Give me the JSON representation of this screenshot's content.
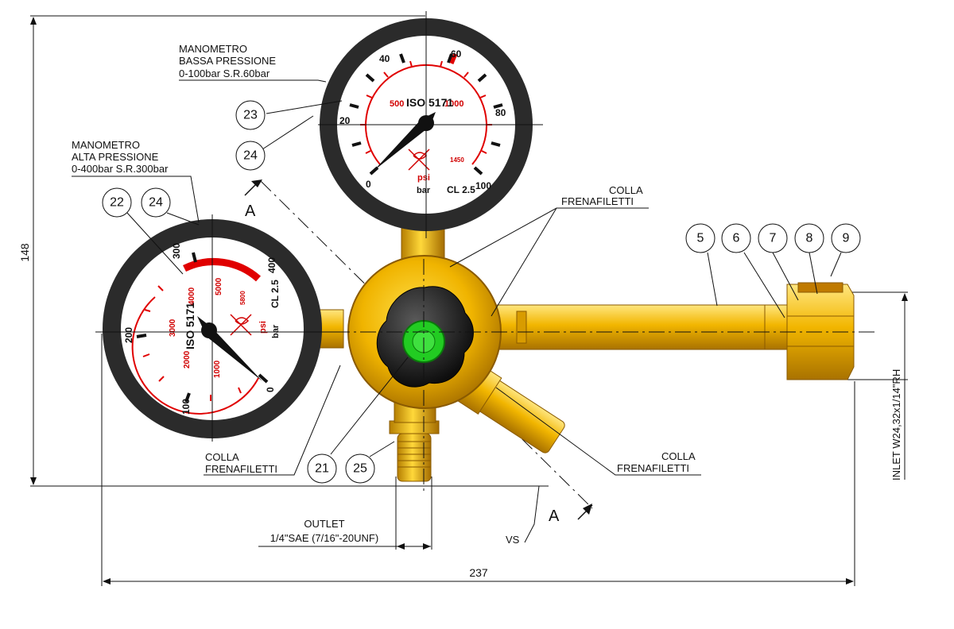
{
  "labels": {
    "low_gauge_title": [
      "MANOMETRO",
      "BASSA PRESSIONE",
      "0-100bar S.R.60bar"
    ],
    "high_gauge_title": [
      "MANOMETRO",
      "ALTA PRESSIONE",
      "0-400bar S.R.300bar"
    ],
    "colla_top": [
      "COLLA",
      "FRENAFILETTI"
    ],
    "colla_left": [
      "COLLA",
      "FRENAFILETTI"
    ],
    "colla_right": [
      "COLLA",
      "FRENAFILETTI"
    ],
    "outlet": [
      "OUTLET",
      "1/4\"SAE (7/16\"-20UNF)"
    ],
    "inlet": "INLET W24,32x1/14\"RH",
    "vs": "VS",
    "section_mark": "A"
  },
  "dimensions": {
    "height": "148",
    "width": "237"
  },
  "balloons": [
    "5",
    "6",
    "7",
    "8",
    "9",
    "21",
    "22",
    "23",
    "24",
    "24",
    "25"
  ],
  "low_gauge": {
    "standard": "ISO 5171",
    "class": "CL 2.5",
    "unit_bar": "bar",
    "unit_psi": "psi",
    "bar_ticks": [
      "0",
      "20",
      "40",
      "60",
      "80",
      "100"
    ],
    "psi_ticks": [
      "500",
      "1000",
      "1450"
    ]
  },
  "high_gauge": {
    "standard": "ISO 5171",
    "class": "CL 2.5",
    "unit_bar": "bar",
    "unit_psi": "psi",
    "bar_ticks": [
      "0",
      "100",
      "200",
      "300",
      "400"
    ],
    "psi_ticks": [
      "1000",
      "2000",
      "3000",
      "4000",
      "5000",
      "5800"
    ]
  },
  "colors": {
    "brass": "#f0b400",
    "brass_dark": "#c98a00",
    "gauge_rim": "#2a2a2a",
    "knob": "#1a1a1a",
    "knob_center": "#22cc22",
    "red_scale": "#e00000"
  }
}
